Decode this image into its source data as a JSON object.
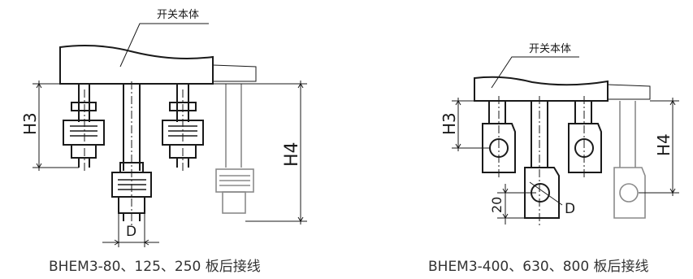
{
  "left_diagram": {
    "body_label": "开关本体",
    "dim_h3": "H3",
    "dim_h4": "H4",
    "dim_d": "D",
    "caption": "BHEM3-80、125、250 板后接线"
  },
  "right_diagram": {
    "body_label": "开关本体",
    "dim_h3": "H3",
    "dim_h4": "H4",
    "dim_20": "20",
    "dim_d": "D",
    "caption": "BHEM3-400、630、800 板后接线"
  }
}
